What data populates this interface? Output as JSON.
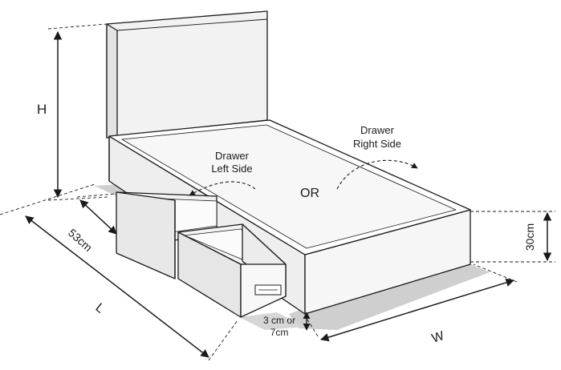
{
  "labels": {
    "height": "H",
    "depth": "53cm",
    "length": "L",
    "width": "W",
    "drawer_left_line1": "Drawer",
    "drawer_left_line2": "Left Side",
    "drawer_right_line1": "Drawer",
    "drawer_right_line2": "Right Side",
    "or": "OR",
    "base_height": "30cm",
    "clearance_line1": "3 cm or",
    "clearance_line2": "7cm"
  }
}
